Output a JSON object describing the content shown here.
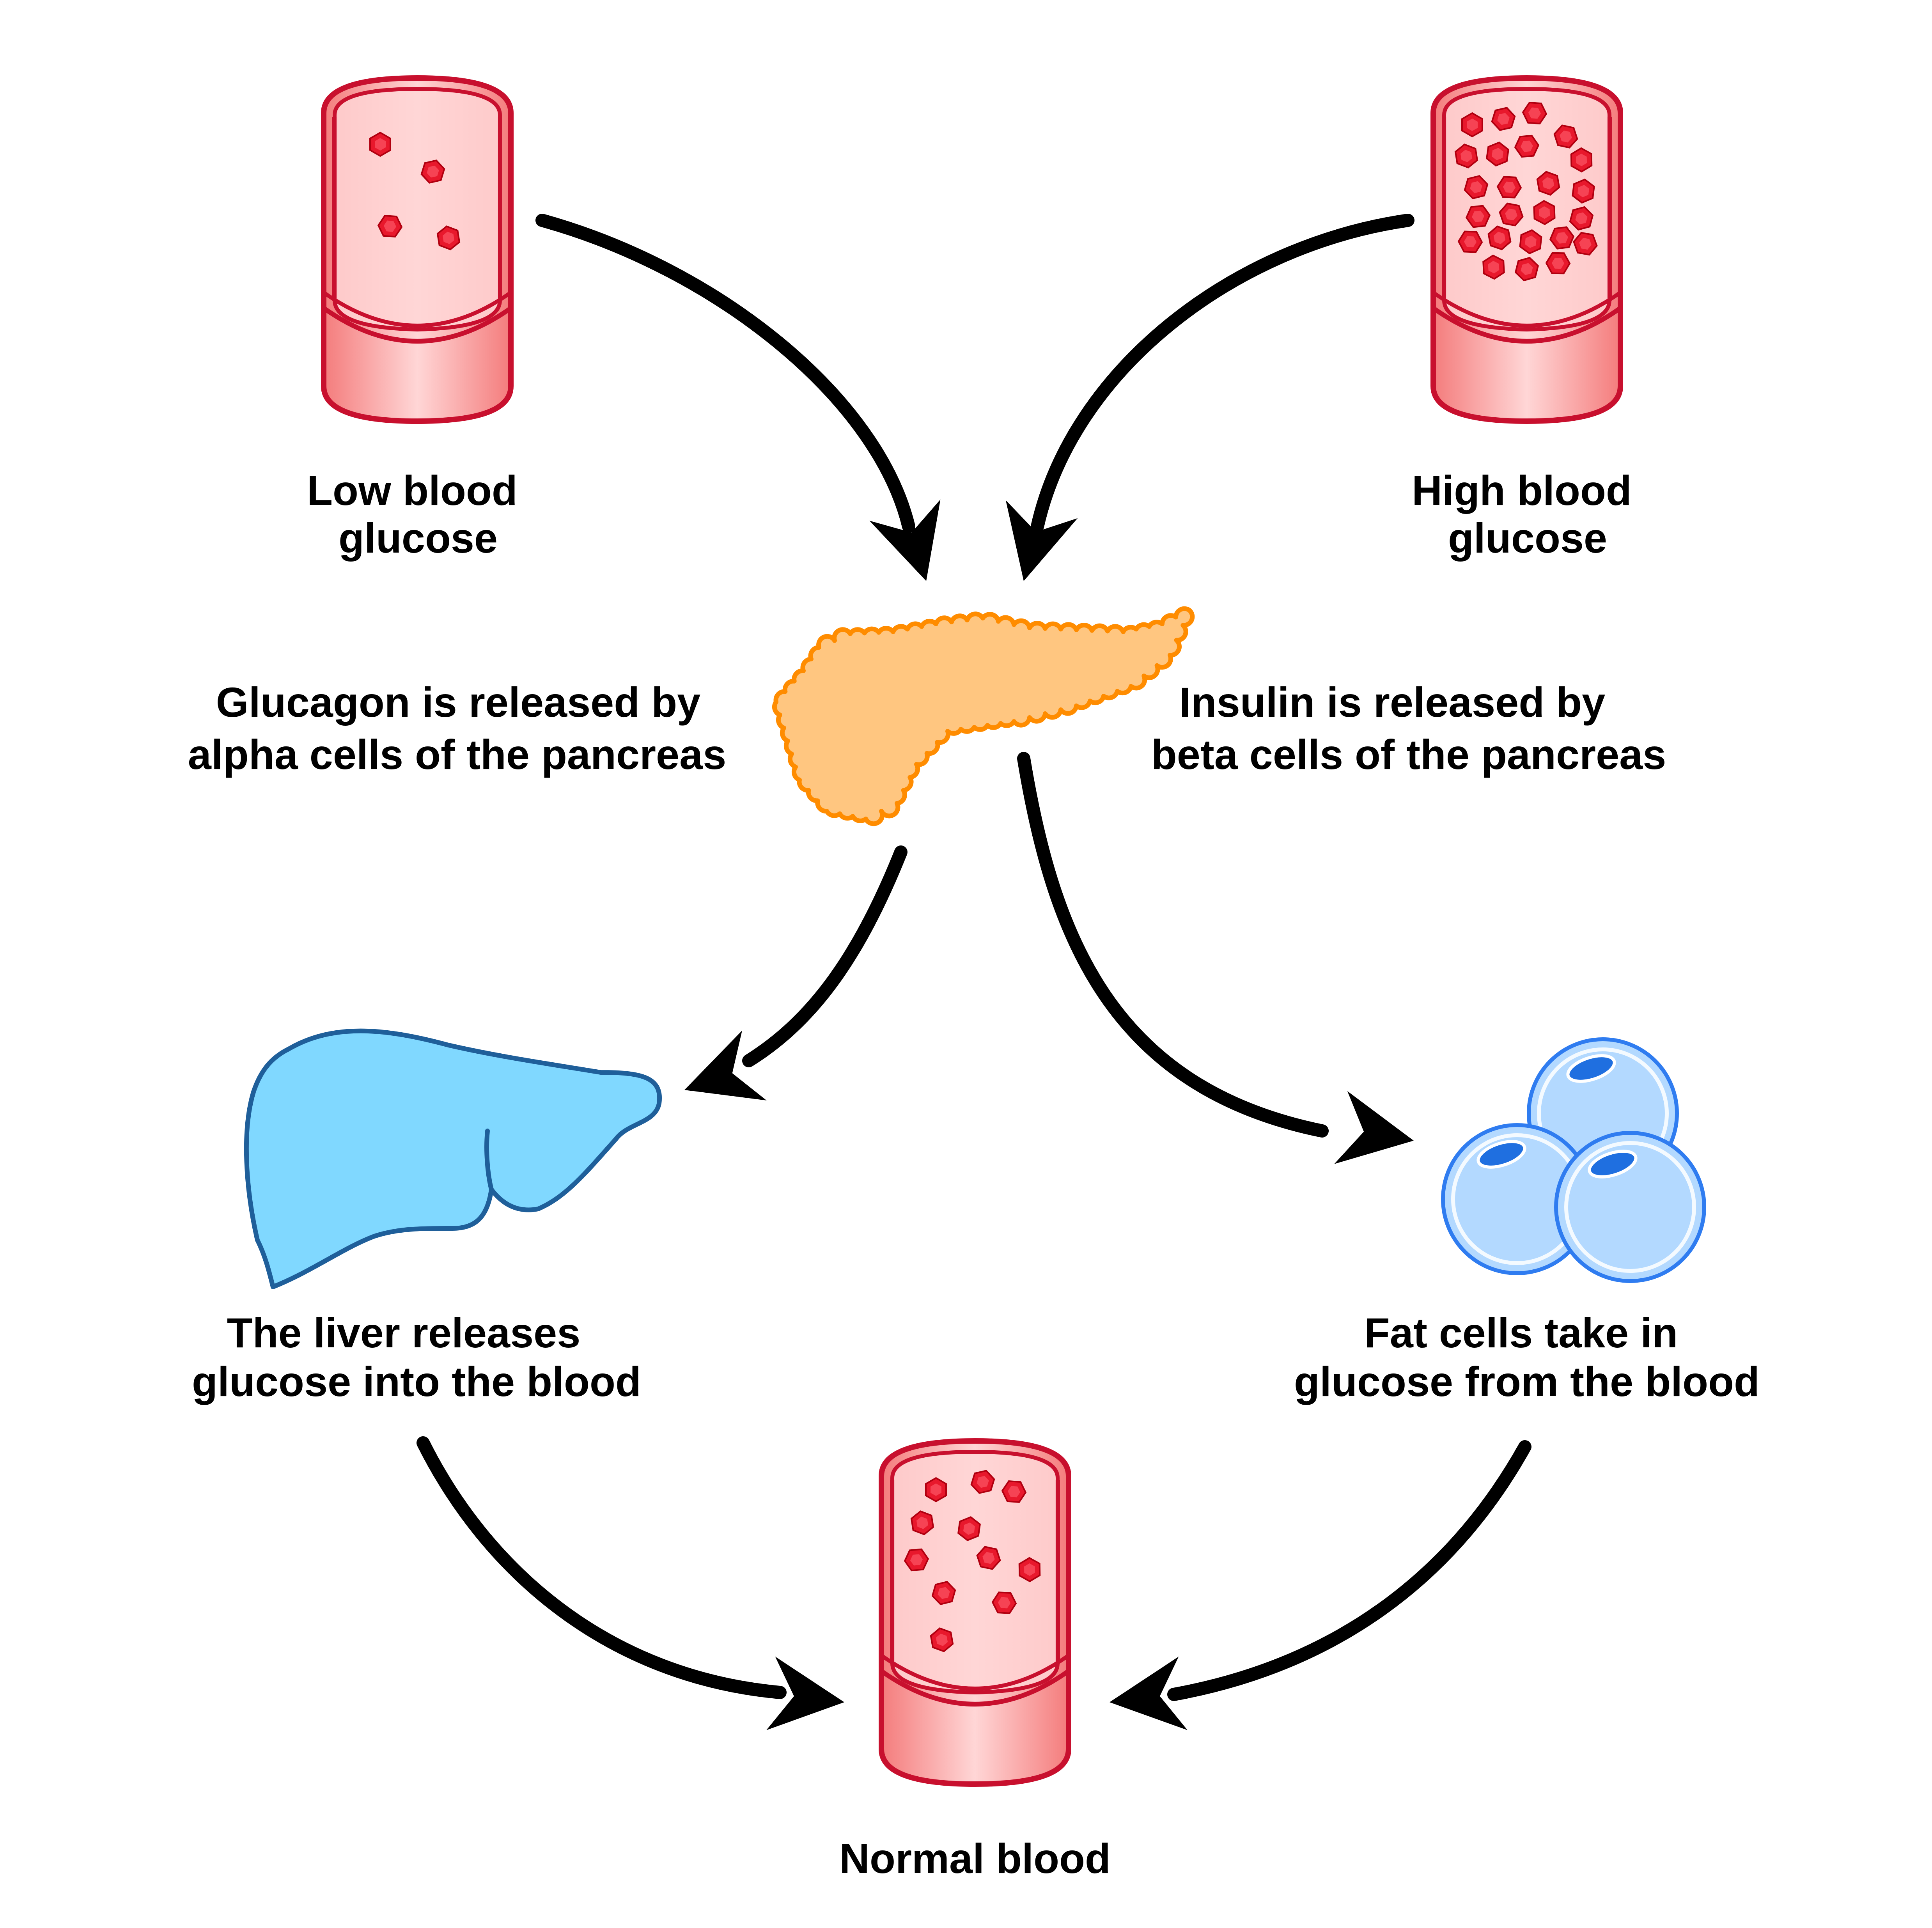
{
  "labels": {
    "low": [
      "Low blood",
      "glucose"
    ],
    "high": [
      "High blood",
      "glucose"
    ],
    "glucagon": [
      "Glucagon is released by",
      "alpha cells of the pancreas"
    ],
    "insulin": [
      "Insulin is released by",
      "beta cells of the pancreas"
    ],
    "liver": [
      "The liver releases",
      "glucose into the blood"
    ],
    "fat": [
      "Fat cells take in",
      "glucose from the blood"
    ],
    "normal": [
      "Normal blood"
    ]
  },
  "colors": {
    "vessel_stroke": "#c8102e",
    "vessel_fill_center": "#ffd6d6",
    "vessel_fill_edge": "#f47c7c",
    "glucose": "#e8182c",
    "pancreas_fill": "#ffc680",
    "pancreas_stroke": "#ff8c00",
    "liver_fill": "#80d8ff",
    "liver_stroke": "#1f5f9a",
    "fat_fill": "#b3d9ff",
    "fat_stroke": "#2f7cf0",
    "fat_nucleus": "#1f6fe0",
    "arrow": "#000000"
  },
  "icons": {
    "low_vessel": "blood-vessel-icon",
    "high_vessel": "blood-vessel-icon",
    "normal_vessel": "blood-vessel-icon",
    "pancreas": "pancreas-icon",
    "liver": "liver-icon",
    "fat_cells": "fat-cells-icon",
    "arrow": "curved-arrow-icon"
  },
  "glucose_counts": {
    "low": 4,
    "high": 24,
    "normal": 11
  }
}
